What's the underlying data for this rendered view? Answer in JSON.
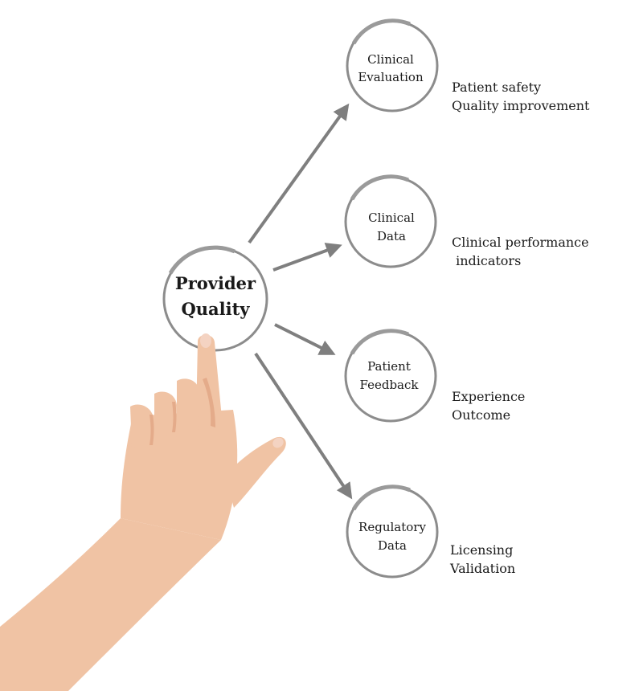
{
  "center": {
    "line1": "Provider",
    "line2": "Quality"
  },
  "nodes": [
    {
      "line1": "Clinical",
      "line2": "Evaluation",
      "details": [
        "Patient safety",
        "Quality improvement"
      ]
    },
    {
      "line1": "Clinical",
      "line2": "Data",
      "details": [
        "Clinical performance",
        " indicators"
      ]
    },
    {
      "line1": "Patient",
      "line2": "Feedback",
      "details": [
        "Experience",
        "Outcome"
      ]
    },
    {
      "line1": "Regulatory",
      "line2": "Data",
      "details": [
        "Licensing",
        "Validation"
      ]
    }
  ],
  "colors": {
    "ring": "#8c8c8c",
    "arrow": "#7f7f7f",
    "text": "#1a1a1a",
    "skin": "#f0c3a4"
  },
  "icons": {
    "hand": "pointing-hand-icon"
  }
}
